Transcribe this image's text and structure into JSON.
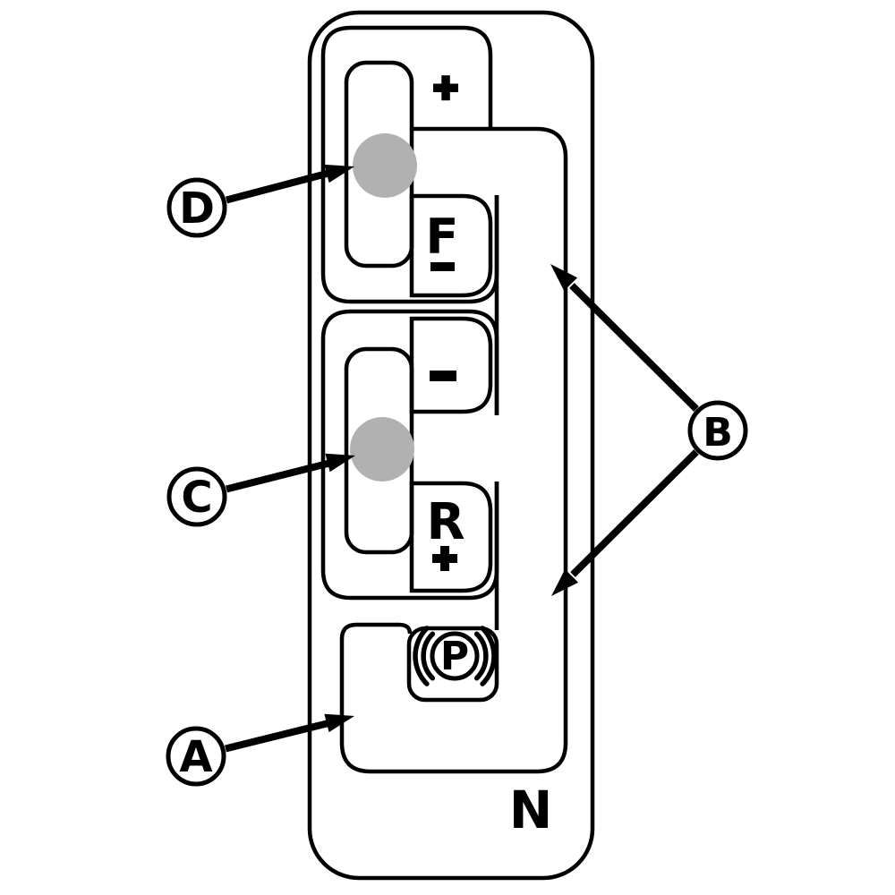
{
  "diagram": {
    "kind": "transmission-shift-gate-pattern",
    "labels": {
      "forward": "F",
      "reverse": "R",
      "neutral": "N",
      "park": "P"
    },
    "symbols": {
      "forward_increase": "+",
      "forward_decrease": "−",
      "reverse_decrease": "−",
      "reverse_increase": "+",
      "park_brake_icon": "((P)) parking-brake-symbol",
      "lever_dot_icon": "gray-position-dot"
    },
    "callouts": {
      "a": "A",
      "b": "B",
      "c": "C",
      "d": "D"
    },
    "colors": {
      "line": "#000000",
      "lever_dot": "#b1b1b1",
      "background": "#ffffff"
    }
  }
}
